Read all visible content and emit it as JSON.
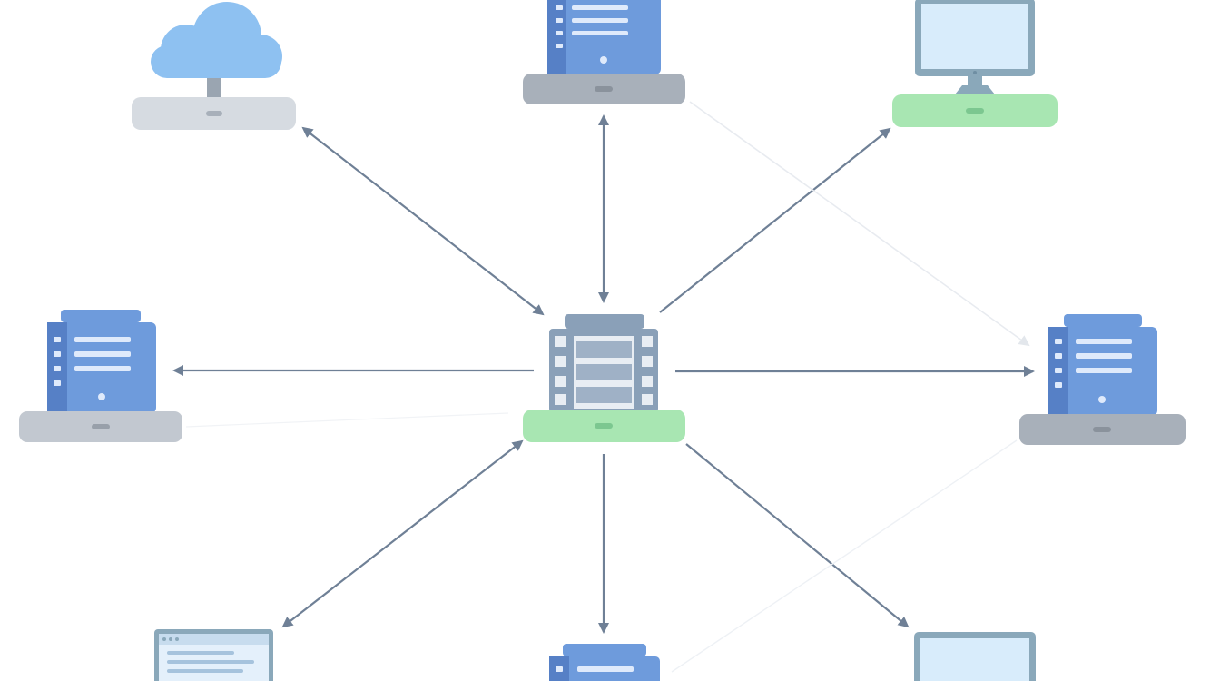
{
  "diagram": {
    "type": "network-topology",
    "layout": "hub-and-spoke",
    "colors": {
      "background": "#ffffff",
      "arrow": "#6f8096",
      "faint_line": "#e6eaf0",
      "server_blue": "#6e9bdc",
      "server_blue_dark": "#5680c6",
      "server_stripe": "#dfeafb",
      "base_gray": "#c2c8d0",
      "base_gray_dark": "#a8b0ba",
      "base_green": "#a8e6b2",
      "cloud_blue": "#8ec1f1",
      "monitor_frame": "#8aa8ba",
      "monitor_screen": "#d8ecfb",
      "hub_frame": "#8aa0b8",
      "hub_panel": "#e8edf3"
    },
    "nodes": [
      {
        "id": "hub",
        "icon": "hub-server-icon",
        "base": "green",
        "role": "central-hub"
      },
      {
        "id": "cloud",
        "icon": "cloud-icon",
        "base": "gray"
      },
      {
        "id": "server-top",
        "icon": "server-icon",
        "base": "gray"
      },
      {
        "id": "monitor-top-right",
        "icon": "monitor-icon",
        "base": "green"
      },
      {
        "id": "server-left",
        "icon": "server-icon",
        "base": "gray"
      },
      {
        "id": "server-right",
        "icon": "server-icon",
        "base": "gray"
      },
      {
        "id": "browser-bottom-left",
        "icon": "browser-window-icon",
        "base": "none"
      },
      {
        "id": "server-bottom",
        "icon": "server-icon",
        "base": "none"
      },
      {
        "id": "monitor-bottom-right",
        "icon": "monitor-icon",
        "base": "none"
      }
    ],
    "connections": [
      {
        "from": "hub",
        "to": "cloud",
        "direction": "both"
      },
      {
        "from": "hub",
        "to": "server-top",
        "direction": "both"
      },
      {
        "from": "hub",
        "to": "monitor-top-right",
        "direction": "to"
      },
      {
        "from": "hub",
        "to": "server-left",
        "direction": "to"
      },
      {
        "from": "hub",
        "to": "server-right",
        "direction": "to"
      },
      {
        "from": "hub",
        "to": "browser-bottom-left",
        "direction": "both"
      },
      {
        "from": "hub",
        "to": "server-bottom",
        "direction": "to"
      },
      {
        "from": "hub",
        "to": "monitor-bottom-right",
        "direction": "to"
      },
      {
        "from": "server-top",
        "to": "server-right",
        "direction": "to",
        "style": "faint"
      }
    ]
  }
}
